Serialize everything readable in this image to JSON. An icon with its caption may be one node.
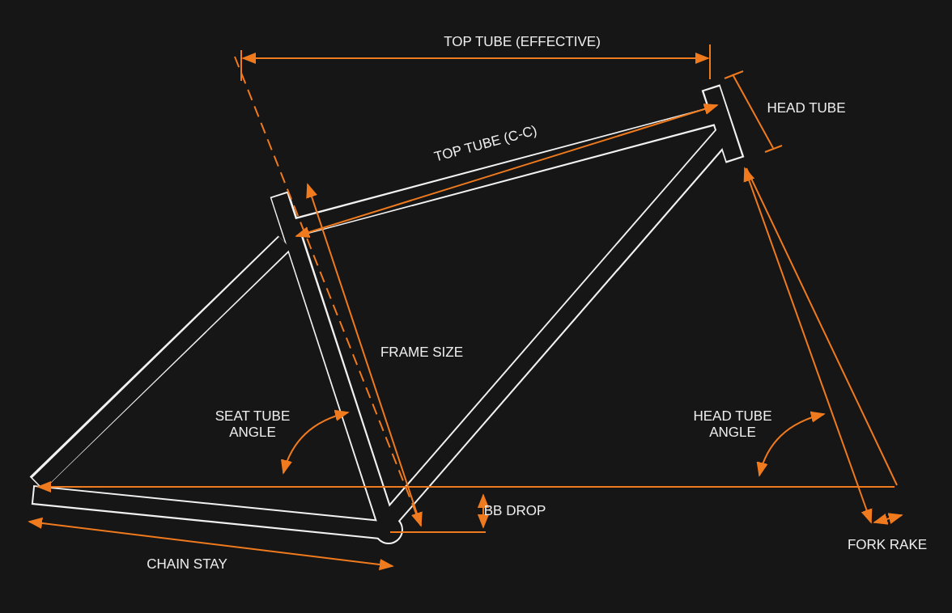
{
  "diagram": {
    "labels": [
      "TOP TUBE (EFFECTIVE)",
      "HEAD TUBE",
      "TOP TUBE (C-C)",
      "FRAME SIZE",
      "SEAT TUBE ANGLE",
      "HEAD TUBE ANGLE",
      "BB DROP",
      "FORK RAKE",
      "CHAIN STAY"
    ]
  }
}
